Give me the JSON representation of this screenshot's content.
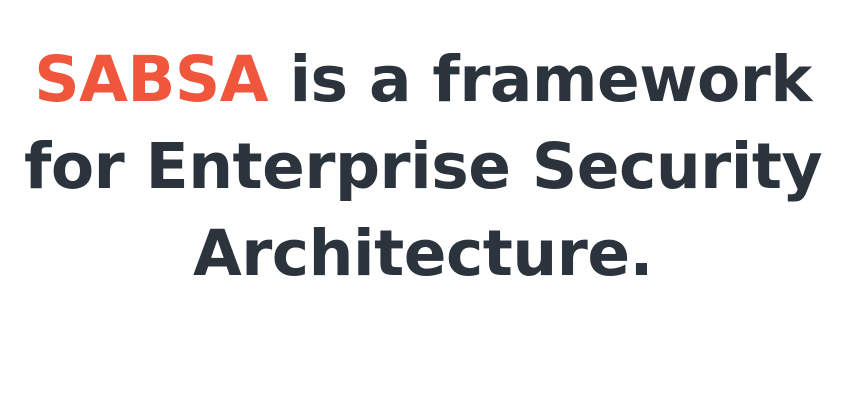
{
  "colors": {
    "background": "#ffffff",
    "text": "#2b333d",
    "accent": "#f0563b"
  },
  "headline": {
    "accent_word": "SABSA",
    "line1_rest": " is a framework",
    "line2": "for Enterprise Security",
    "line3": "Architecture."
  }
}
